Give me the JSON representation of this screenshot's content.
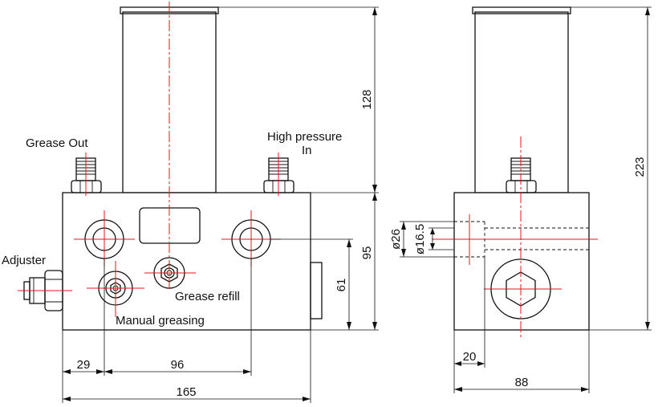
{
  "labels": {
    "grease_out": "Grease Out",
    "high_pressure_line1": "High pressure",
    "high_pressure_line2": "In",
    "adjuster": "Adjuster",
    "grease_refill": "Grease refill",
    "manual_greasing": "Manual greasing"
  },
  "dimensions": {
    "front_tube_height": "128",
    "front_body_height": "95",
    "port_height": "61",
    "left_offset": "29",
    "port_spacing": "96",
    "overall_width": "165",
    "side_overall_height": "223",
    "side_offset": "20",
    "side_width": "88",
    "bore_outer_diameter": "ø26",
    "bore_inner_diameter": "ø16.5"
  },
  "colors": {
    "outline": "#111111",
    "centerline": "#e8141c",
    "background": "#ffffff"
  }
}
